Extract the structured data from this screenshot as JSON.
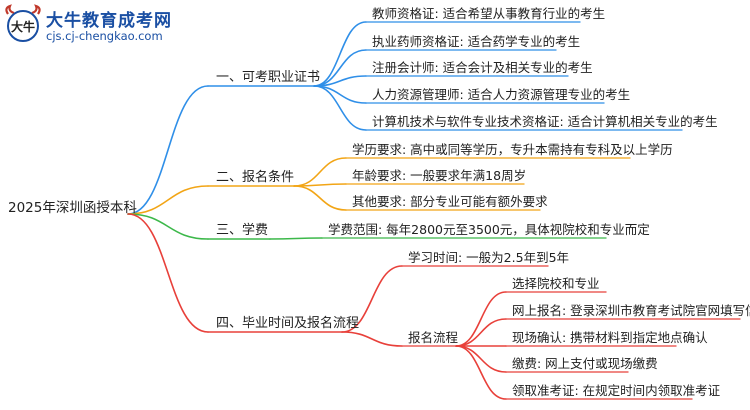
{
  "logo": {
    "name": "大牛教育成考网",
    "url": "cjs.cj-chengkao.com",
    "mark": "大牛"
  },
  "mindmap": {
    "root": "2025年深圳函授本科",
    "branches": [
      {
        "label": "一、可考职业证书",
        "color": "#2f8fe8",
        "items": [
          "教师资格证: 适合希望从事教育行业的考生",
          "执业药师资格证: 适合药学专业的考生",
          "注册会计师: 适合会计及相关专业的考生",
          "人力资源管理师: 适合人力资源管理专业的考生",
          "计算机技术与软件专业技术资格证: 适合计算机相关专业的考生"
        ]
      },
      {
        "label": "二、报名条件",
        "color": "#f2a516",
        "items": [
          "学历要求: 高中或同等学历，专升本需持有专科及以上学历",
          "年龄要求: 一般要求年满18周岁",
          "其他要求: 部分专业可能有额外要求"
        ]
      },
      {
        "label": "三、学费",
        "color": "#3cb84a",
        "items": [
          "学费范围: 每年2800元至3500元，具体视院校和专业而定"
        ]
      },
      {
        "label": "四、毕业时间及报名流程",
        "color": "#e8403a",
        "items": [
          "学习时间: 一般为2.5年到5年"
        ],
        "sub": {
          "label": "报名流程",
          "items": [
            "选择院校和专业",
            "网上报名: 登录深圳市教育考试院官网填写信息",
            "现场确认: 携带材料到指定地点确认",
            "缴费: 网上支付或现场缴费",
            "领取准考证: 在规定时间内领取准考证"
          ]
        }
      }
    ]
  }
}
